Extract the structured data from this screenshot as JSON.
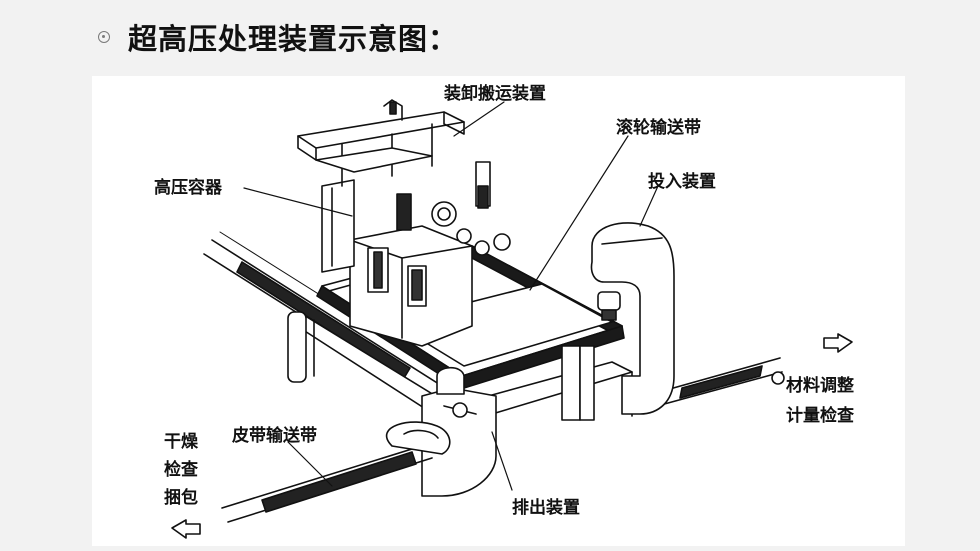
{
  "header": {
    "bullet_icon": "circle-bullet-icon",
    "title": "超高压处理装置示意图："
  },
  "diagram": {
    "labels": {
      "loading_unloading": "装卸搬运装置",
      "roller_conveyor": "滚轮输送带",
      "feeding_device": "投入装置",
      "high_pressure_vessel": "高压容器",
      "material_adjust_line1": "材料调整",
      "material_adjust_line2": "计量检查",
      "belt_conveyor": "皮带输送带",
      "dry_line1": "干燥",
      "dry_line2": "检查",
      "dry_line3": "捆包",
      "discharge_device": "排出装置"
    }
  }
}
